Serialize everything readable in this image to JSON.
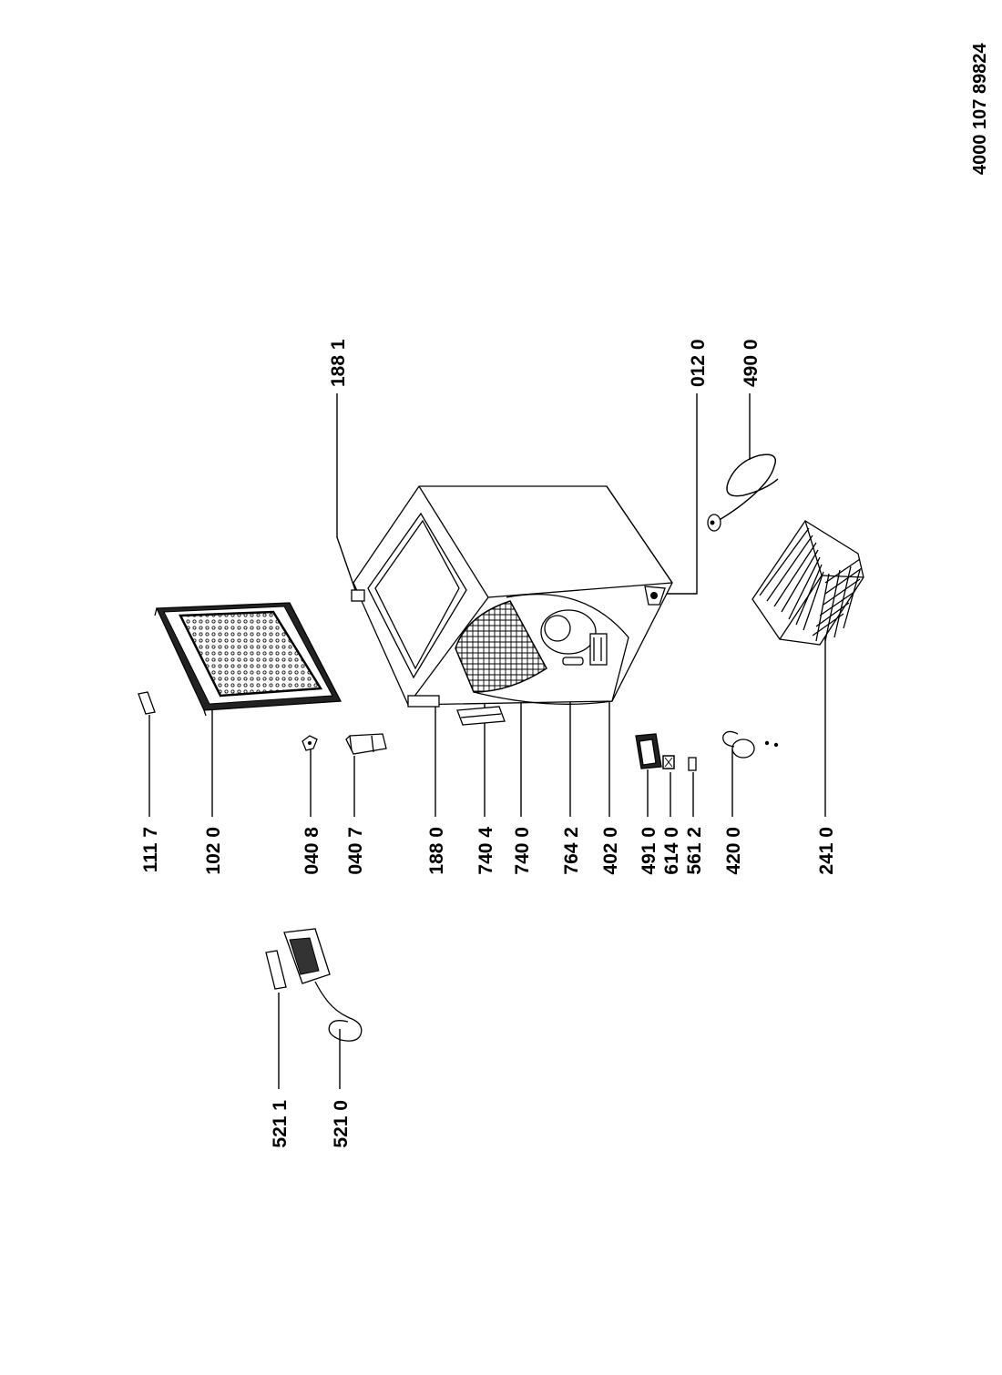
{
  "document": {
    "code": "4000 107 89824"
  },
  "labels": {
    "p1117": "111 7",
    "p1020": "102 0",
    "p0408": "040 8",
    "p0407": "040 7",
    "p1880": "188 0",
    "p7404": "740 4",
    "p7400": "740 0",
    "p7642": "764 2",
    "p4020": "402 0",
    "p4910": "491 0",
    "p6140": "614 0",
    "p5612": "561 2",
    "p4200": "420 0",
    "p2410": "241 0",
    "p1881": "188 1",
    "p0120": "012 0",
    "p4900": "490 0",
    "p5211": "521 1",
    "p5210": "521 0"
  }
}
